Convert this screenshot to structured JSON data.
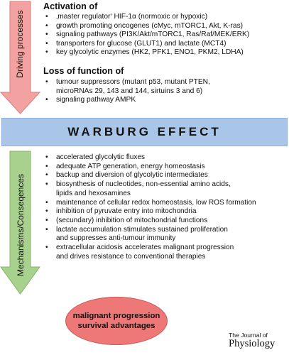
{
  "side_labels": {
    "driving": "Driving processes",
    "mechanisms": "Mechanisms/Conseqences"
  },
  "activation": {
    "heading": "Activation of",
    "items": [
      "‚master regulator‘ HIF-1α (normoxic or hypoxic)",
      "growth promoting oncogenes (cMyc, mTORC1, Akt, K-ras)",
      "signaling pathways (PI3K/Akt/mTORC1, Ras/Raf/MEK/ERK)",
      "transporters for glucose (GLUT1) and lactate (MCT4)",
      "key glycolytic enzymes (HK2, PFK1, ENO1, PKM2, LDHA)"
    ]
  },
  "loss": {
    "heading": "Loss of function of",
    "items": [
      {
        "line1": "tumour suppressors (mutant p53, mutant PTEN,",
        "line2": "microRNAs  29, 143 and 144, sirtuins 3 and 6)"
      },
      {
        "line1": "signaling pathway AMPK"
      }
    ]
  },
  "center": {
    "title": "WARBURG EFFECT"
  },
  "mechanisms": {
    "items": [
      {
        "line1": "accelerated glycolytic fluxes"
      },
      {
        "line1": "adequate ATP generation, energy homeostasis"
      },
      {
        "line1": "backup and diversion of glycolytic intermediates"
      },
      {
        "line1": "biosynthesis of nucleotides, non-essential amino acids,",
        "line2": "lipids and hexosamines"
      },
      {
        "line1": "maintenance of cellular redox homeostasis, low ROS formation"
      },
      {
        "line1": "inhibition of pyruvate entry into mitochondria"
      },
      {
        "line1": "(secundary) inhibition of mitochondrial functions"
      },
      {
        "line1": "lactate accumulation stimulates sustained proliferation",
        "line2": "and suppresses anti-tumour immunity"
      },
      {
        "line1": "extracellular acidosis accelerates malignant progression",
        "line2": "and drives resistance to conventional therapies"
      }
    ]
  },
  "outcome": {
    "line1": "malignant progression",
    "line2": "survival advantages"
  },
  "journal": {
    "small": "The Journal of",
    "big": "Physiology"
  },
  "colors": {
    "driving_arrow": "#f2a3a1",
    "mechanisms_arrow": "#a9d18e",
    "warburg_bar": "#a9c6e8",
    "outcome_ellipse": "#ee7777"
  }
}
